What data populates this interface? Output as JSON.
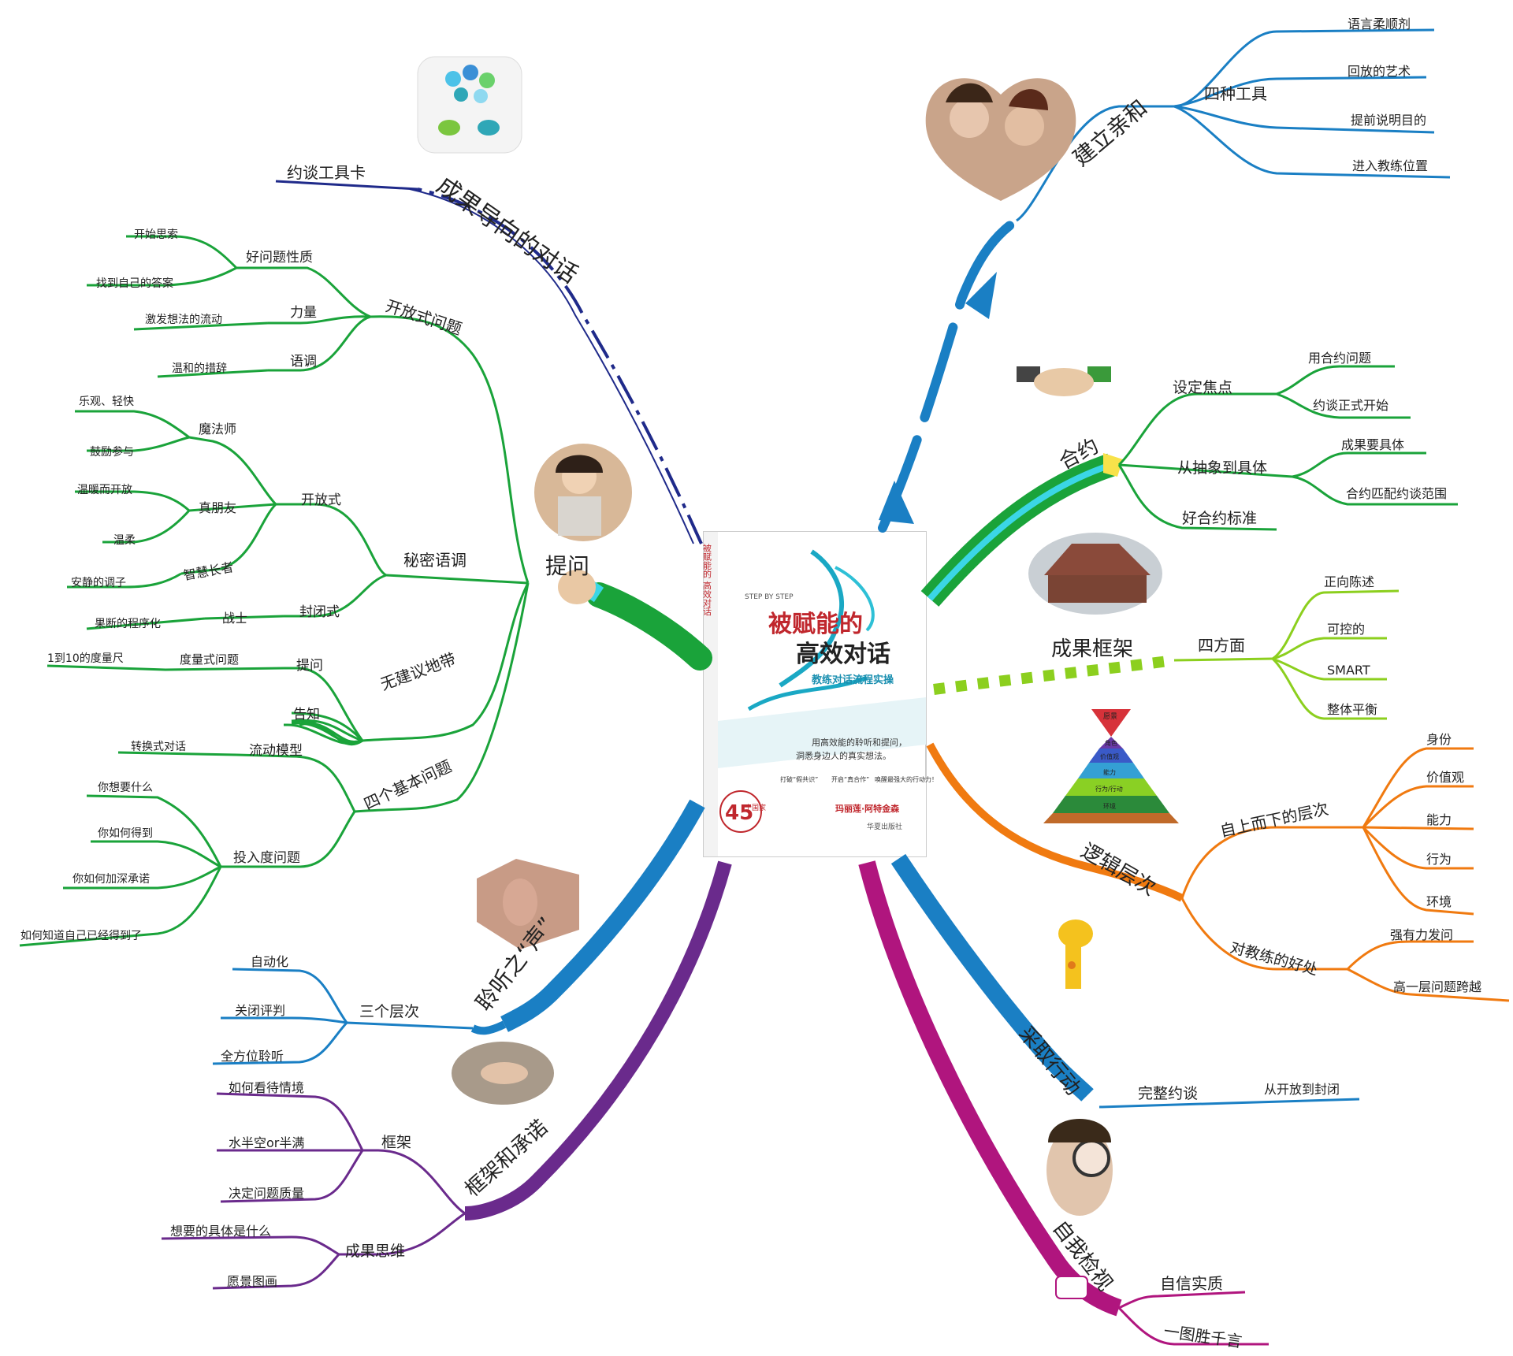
{
  "center_book": {
    "title_line1": "被赋能的",
    "title_line2": "高效对话",
    "subtitle": "教练对话流程实操",
    "english": "STEP BY STEP",
    "spine": "被赋能的 高效对话",
    "tagline_1": "用高效能的聆听和提问，",
    "tagline_2": "洞悉身边人的真实想法。",
    "feature_1": "打破“假共识”",
    "feature_2": "开启“真合作”",
    "feature_3": "唤醒最强大的行动力！",
    "badge_number": "45",
    "badge_text": "个国家",
    "author": "玛丽莲·阿特金森",
    "publisher": "华夏出版社"
  },
  "colors": {
    "green": "#1aa33a",
    "blue": "#1a7fc4",
    "navy": "#1f2a8a",
    "purple": "#6a2a8c",
    "magenta": "#b0157e",
    "orange": "#f07a10",
    "lime": "#8ccf1e",
    "cyan": "#3bd6e6"
  },
  "branches": {
    "chengguo_daoxiang": {
      "label": "成果导向的对话",
      "child": "约谈工具卡"
    },
    "tiwen": {
      "label": "提问",
      "open_q": {
        "label": "开放式问题",
        "good": {
          "label": "好问题性质",
          "items": [
            "开始思索",
            "找到自己的答案"
          ]
        },
        "power": {
          "label": "力量",
          "item": "激发想法的流动"
        },
        "tone": {
          "label": "语调",
          "item": "温和的措辞"
        }
      },
      "secret": {
        "label": "秘密语调",
        "open": {
          "label": "开放式",
          "magician": {
            "label": "魔法师",
            "items": [
              "乐观、轻快",
              "鼓励参与"
            ]
          },
          "friend": {
            "label": "真朋友",
            "items": [
              "温暖而开放",
              "温柔"
            ]
          },
          "elder": {
            "label": "智慧长者",
            "item": "安静的调子"
          }
        },
        "closed": {
          "label": "封闭式",
          "warrior": {
            "label": "战士",
            "item": "果断的程序化"
          }
        }
      },
      "no_advice": {
        "label": "无建议地带",
        "ask": {
          "label": "提问",
          "scale": {
            "label": "度量式问题",
            "item": "1到10的度量尺"
          }
        },
        "tell": "告知"
      },
      "four_basic": {
        "label": "四个基本问题",
        "flow": {
          "label": "流动模型",
          "item": "转换式对话"
        },
        "engage": {
          "label": "投入度问题",
          "items": [
            "你想要什么",
            "你如何得到",
            "你如何加深承诺",
            "如何知道自己已经得到了"
          ]
        }
      }
    },
    "lingting": {
      "label": "聆听之“声”",
      "three": {
        "label": "三个层次",
        "items": [
          "自动化",
          "关闭评判",
          "全方位聆听"
        ]
      }
    },
    "kuangjia": {
      "label": "框架和承诺",
      "frame": {
        "label": "框架",
        "items": [
          "如何看待情境",
          "水半空or半满",
          "决定问题质量"
        ]
      },
      "result": {
        "label": "成果思维",
        "items": [
          "想要的具体是什么",
          "愿景图画"
        ]
      }
    },
    "qinhe": {
      "label": "建立亲和",
      "tools": {
        "label": "四种工具",
        "items": [
          "语言柔顺剂",
          "回放的艺术",
          "提前说明目的",
          "进入教练位置"
        ]
      }
    },
    "heyue": {
      "label": "合约",
      "focus": {
        "label": "设定焦点",
        "items": [
          "用合约问题",
          "约谈正式开始"
        ]
      },
      "concrete": {
        "label": "从抽象到具体",
        "items": [
          "成果要具体",
          "合约匹配约谈范围"
        ]
      },
      "standard": "好合约标准"
    },
    "kuangjia2": {
      "label": "成果框架",
      "four": {
        "label": "四方面",
        "items": [
          "正向陈述",
          "可控的",
          "SMART",
          "整体平衡"
        ]
      }
    },
    "luoji": {
      "label": "逻辑层次",
      "topdown": {
        "label": "自上而下的层次",
        "items": [
          "身份",
          "价值观",
          "能力",
          "行为",
          "环境"
        ]
      },
      "benefit": {
        "label": "对教练的好处",
        "items": [
          "强有力发问",
          "高一层问题跨越"
        ]
      },
      "pyramid": [
        "愿景",
        "角色",
        "价值观",
        "能力",
        "行为/行动",
        "环境"
      ]
    },
    "xingdong": {
      "label": "采取行动",
      "full": {
        "label": "完整约谈",
        "item": "从开放到封闭"
      }
    },
    "ziwo": {
      "label": "自我检视",
      "items": [
        "自信实质",
        "一图胜千言"
      ]
    }
  }
}
